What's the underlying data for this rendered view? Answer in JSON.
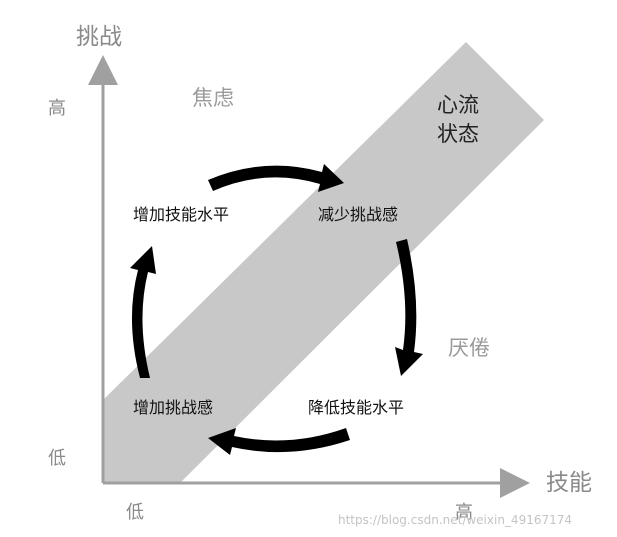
{
  "axes": {
    "y_title": "挑战",
    "x_title": "技能",
    "y_high": "高",
    "y_low": "低",
    "x_low": "低",
    "x_high": "高"
  },
  "zones": {
    "anxiety": "焦虑",
    "boredom": "厌倦",
    "flow_line1": "心流",
    "flow_line2": "状态"
  },
  "cycle": {
    "increase_skill": "增加技能水平",
    "reduce_challenge": "减少挑战感",
    "increase_challenge": "增加挑战感",
    "reduce_skill": "降低技能水平"
  },
  "watermark": "https://blog.csdn.net/weixin_49167174",
  "colors": {
    "axis": "#a0a0a0",
    "band": "#c8c8c8",
    "arrow": "#000000"
  }
}
